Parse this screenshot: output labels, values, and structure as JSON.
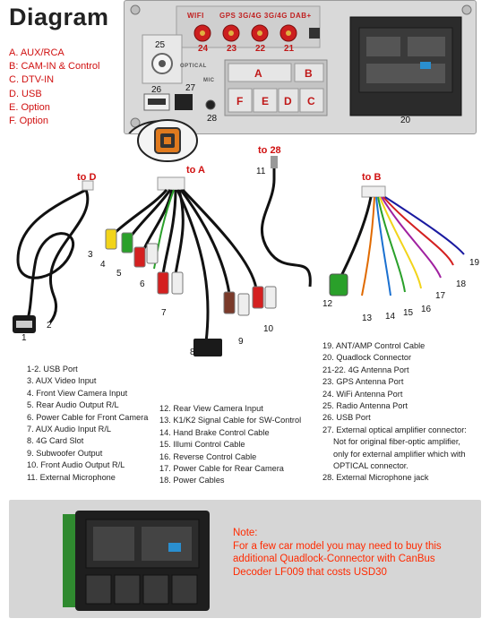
{
  "title": "Diagram",
  "legend": [
    "A. AUX/RCA",
    "B: CAM-IN & Control",
    "C. DTV-IN",
    "D. USB",
    "E. Option",
    "F. Option"
  ],
  "panel": {
    "port_labels": [
      "WIFI",
      "GPS 3G/4G 3G/4G DAB+"
    ],
    "antenna_numbers": [
      "24",
      "23",
      "22",
      "21"
    ],
    "block_letters_top": [
      "A",
      "B"
    ],
    "block_letters_bottom": [
      "F",
      "E",
      "D",
      "C"
    ],
    "port_numbers": [
      "25",
      "26",
      "27",
      "28",
      "20"
    ],
    "side_text": [
      "OPTICAL",
      "MIC"
    ]
  },
  "connector_labels": {
    "to_d": "to D",
    "to_a": "to A",
    "to_28": "to 28",
    "to_b": "to B"
  },
  "cable_numbers": [
    "1",
    "2",
    "3",
    "4",
    "5",
    "6",
    "7",
    "8",
    "9",
    "10",
    "11",
    "12",
    "13",
    "14",
    "15",
    "16",
    "17",
    "18",
    "19"
  ],
  "list_left": [
    "1-2. USB Port",
    "3. AUX Video Input",
    "4. Front View Camera Input",
    "5. Rear Audio Output R/L",
    "6. Power Cable for Front Camera",
    "7. AUX Audio Input R/L",
    "8. 4G Card Slot",
    "9. Subwoofer Output",
    "10. Front Audio Output R/L",
    "11. External Microphone"
  ],
  "list_middle": [
    "12. Rear View Camera Input",
    "13. K1/K2 Signal Cable for SW-Control",
    "14. Hand Brake Control Cable",
    "15. Illumi Control Cable",
    "16. Reverse Control Cable",
    "17. Power Cable for Rear Camera",
    "18. Power Cables"
  ],
  "list_right": [
    "19. ANT/AMP Control Cable",
    "20. Quadlock Connector",
    "21-22. 4G Antenna Port",
    "23. GPS Antenna Port",
    "24. WiFi Antenna Port",
    "25. Radio Antenna Port",
    "26. USB Port",
    "27. External optical amplifier connector:",
    "Not for original fiber-optic amplifier,",
    "only for external amplifier which with",
    "OPTICAL connector.",
    "28. External Microphone jack"
  ],
  "note": {
    "heading": "Note:",
    "lines": [
      "For a few car model you may need to buy this",
      "additional Quadlock-Connector with CanBus",
      "Decoder LF009 that costs USD30"
    ]
  },
  "colors": {
    "accent_red": "#d01010",
    "note_orange": "#ff2a00",
    "antenna_red": "#cc1f1f",
    "panel_gray": "#d9d9d9"
  }
}
